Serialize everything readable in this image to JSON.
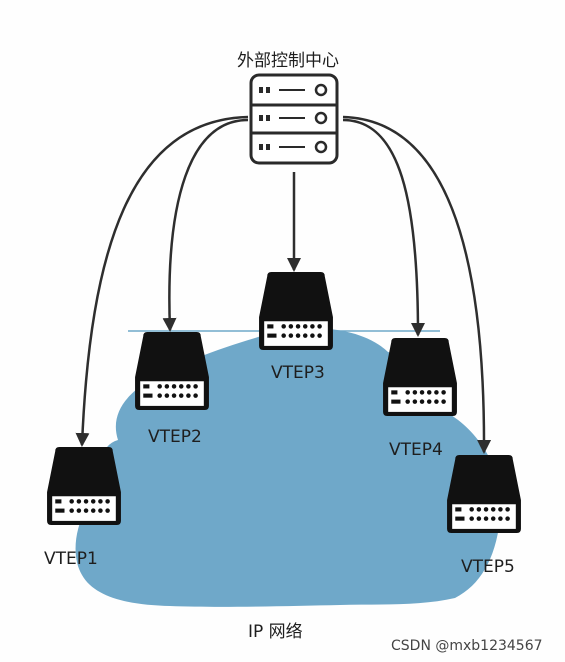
{
  "controller": {
    "title": "外部控制中心",
    "icon": "server-rack-icon"
  },
  "network": {
    "label": "IP 网络",
    "color": "#6fa8c9"
  },
  "vteps": [
    {
      "id": "vtep1",
      "label": "VTEP1",
      "icon": "switch-device-icon"
    },
    {
      "id": "vtep2",
      "label": "VTEP2",
      "icon": "switch-device-icon"
    },
    {
      "id": "vtep3",
      "label": "VTEP3",
      "icon": "switch-device-icon"
    },
    {
      "id": "vtep4",
      "label": "VTEP4",
      "icon": "switch-device-icon"
    },
    {
      "id": "vtep5",
      "label": "VTEP5",
      "icon": "switch-device-icon"
    }
  ],
  "watermark": "CSDN @mxb1234567"
}
